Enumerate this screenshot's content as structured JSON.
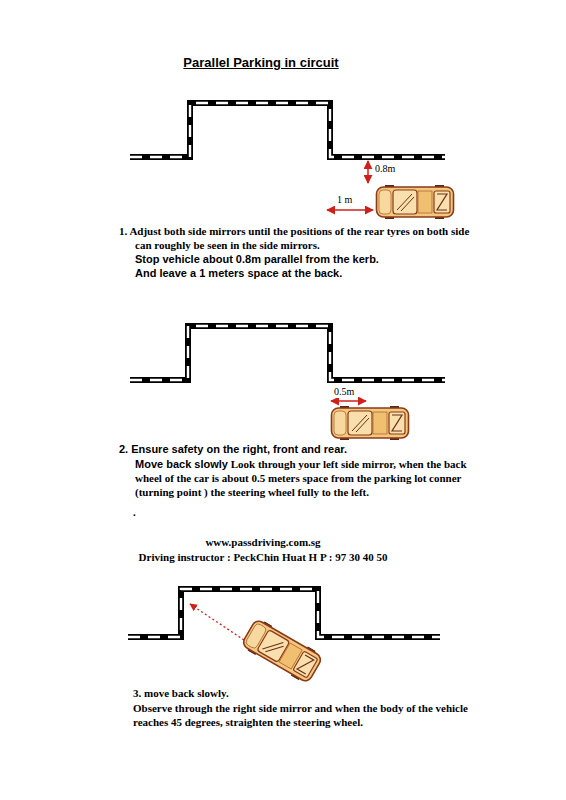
{
  "diagram": {
    "title": "Parallel Parking in circuit",
    "labels": [
      "0.8m",
      "1 m",
      "1. Adjust both side mirrors until the positions of the rear tyres on both side can roughly be seen in the side mirrors.",
      "Stop vehicle about 0.8m parallel from the kerb.",
      "And leave a 1 meters space at the back.",
      "0.5m",
      "2. Ensure safety on the right, front and rear.",
      "Move back slowly",
      "Look through your left side mirror, when the back wheel of the car is about 0.5 meters space from the parking lot conner (turning point ) the steering wheel fully to the left.",
      ".",
      "www.passdriving.com.sg",
      "Driving instructor : PeckChin Huat H P : 97 30 40 50",
      "3. move back slowly.",
      "Observe through the right side mirror and when the body of the vehicle reaches 45 degrees, straighten the steering wheel."
    ]
  }
}
